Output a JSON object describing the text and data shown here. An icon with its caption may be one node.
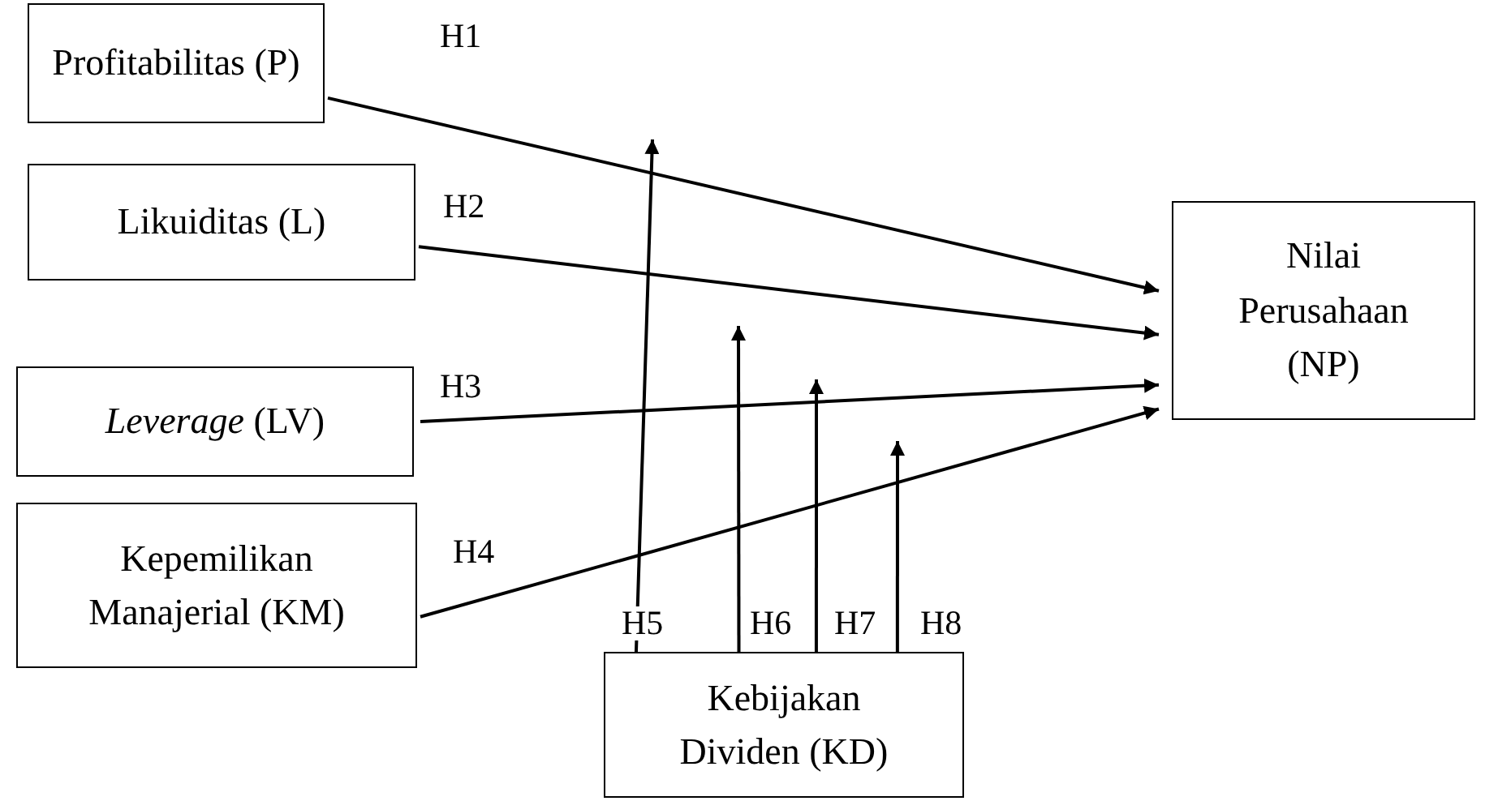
{
  "diagram": {
    "nodes": [
      {
        "text": [
          "Profitabilitas (P)"
        ]
      },
      {
        "text": [
          "Likuiditas (L)"
        ]
      },
      {
        "text": [
          "*Leverage* (LV)"
        ]
      },
      {
        "text": [
          "Kepemilikan Manajerial (KM)"
        ]
      },
      {
        "text": [
          "Nilai Perusahaan (NP)"
        ]
      },
      {
        "text": [
          "Kebijakan Dividen (KD)"
        ]
      }
    ],
    "edges": [
      {
        "from": 0,
        "to": 4,
        "arrow": "to",
        "label": "H1"
      },
      {
        "from": 1,
        "to": 4,
        "arrow": "to",
        "label": "H2"
      },
      {
        "from": 2,
        "to": 4,
        "arrow": "to",
        "label": "H3"
      },
      {
        "from": 3,
        "to": 4,
        "arrow": "to",
        "label": "H4"
      },
      {
        "from": 5,
        "to": null,
        "arrow": "to",
        "label": "H5"
      },
      {
        "from": 5,
        "to": null,
        "arrow": "to",
        "label": "H6"
      },
      {
        "from": 5,
        "to": null,
        "arrow": "to",
        "label": "H7"
      },
      {
        "from": 5,
        "to": null,
        "arrow": "to",
        "label": "H8"
      }
    ]
  }
}
